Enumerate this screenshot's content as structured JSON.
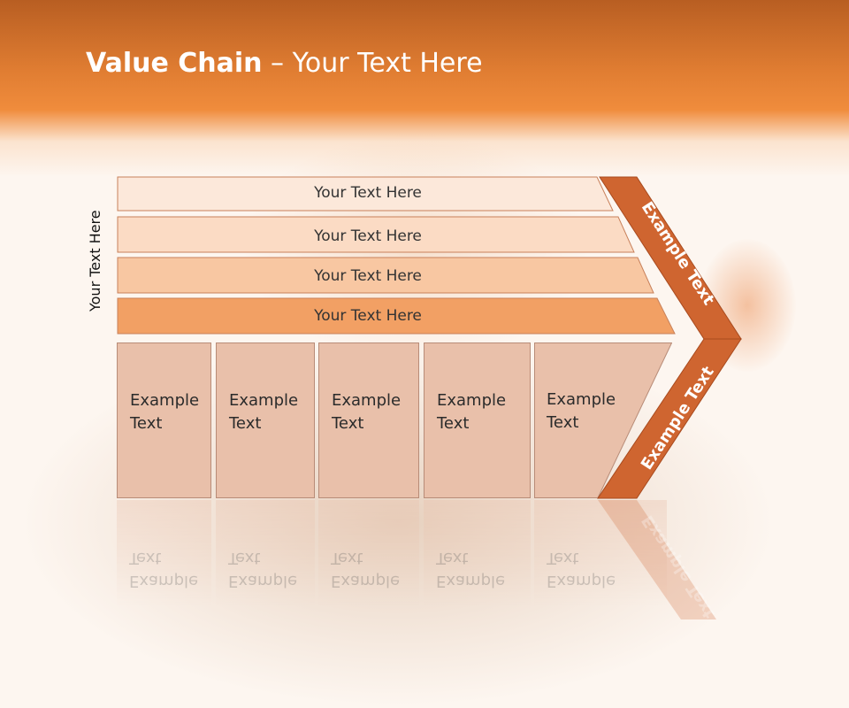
{
  "title": {
    "bold": "Value Chain",
    "rest": " – Your Text Here"
  },
  "side_label": "Your Text Here",
  "bars": [
    {
      "label": "Your Text Here",
      "color": "#fce8da"
    },
    {
      "label": "Your Text Here",
      "color": "#fbdbc4"
    },
    {
      "label": "Your Text Here",
      "color": "#f8c7a2"
    },
    {
      "label": "Your Text Here",
      "color": "#f2a064"
    }
  ],
  "columns": [
    {
      "line1": "Example",
      "line2": "Text"
    },
    {
      "line1": "Example",
      "line2": "Text"
    },
    {
      "line1": "Example",
      "line2": "Text"
    },
    {
      "line1": "Example",
      "line2": "Text"
    },
    {
      "line1": "Example",
      "line2": "Text"
    }
  ],
  "chevron": {
    "upper": "Example Text",
    "lower": "Example Text",
    "color": "#cf6530"
  },
  "colors": {
    "header": "#e07d32",
    "column": "#e9c0aa"
  }
}
